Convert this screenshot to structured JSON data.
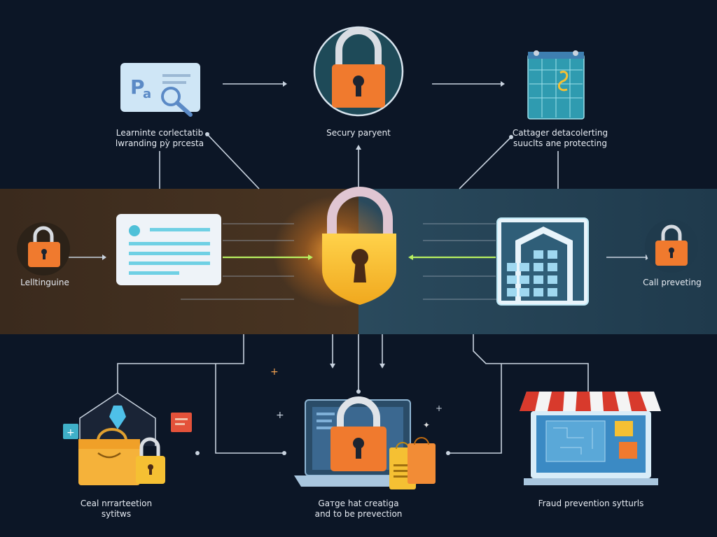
{
  "labels": {
    "top_left": [
      "Lеarnіnte cоrlеctatіb",
      "lwranding pỳ prcesta"
    ],
    "top_center": [
      "Secury paryent"
    ],
    "top_right": [
      "Cattager detacolerting",
      "suuclts ane protecting"
    ],
    "mid_left": [
      "Lelltinguine"
    ],
    "mid_right": [
      "Call preveting"
    ],
    "bottom_left": [
      "Ceal nrrarteetion",
      "sytitws"
    ],
    "bottom_center": [
      "Gатgе hаt crеatigа",
      "and to be prevection"
    ],
    "bottom_right": [
      "Fraud prevention sytturls"
    ]
  },
  "icons": [
    "payment-card-search-icon",
    "secure-lock-icon",
    "data-grid-document-icon",
    "small-lock-icon",
    "document-card-icon",
    "central-padlock-icon",
    "building-icon",
    "shopping-bag-lock-icon",
    "laptop-lock-icon",
    "storefront-icon"
  ],
  "colors": {
    "background": "#0c1626",
    "band_left": "#3b2a1c",
    "band_right": "#234052",
    "lock_orange": "#f07a2e",
    "lock_yellow": "#f5c033",
    "line": "#c9d3df",
    "glow_green": "#b8f060"
  }
}
